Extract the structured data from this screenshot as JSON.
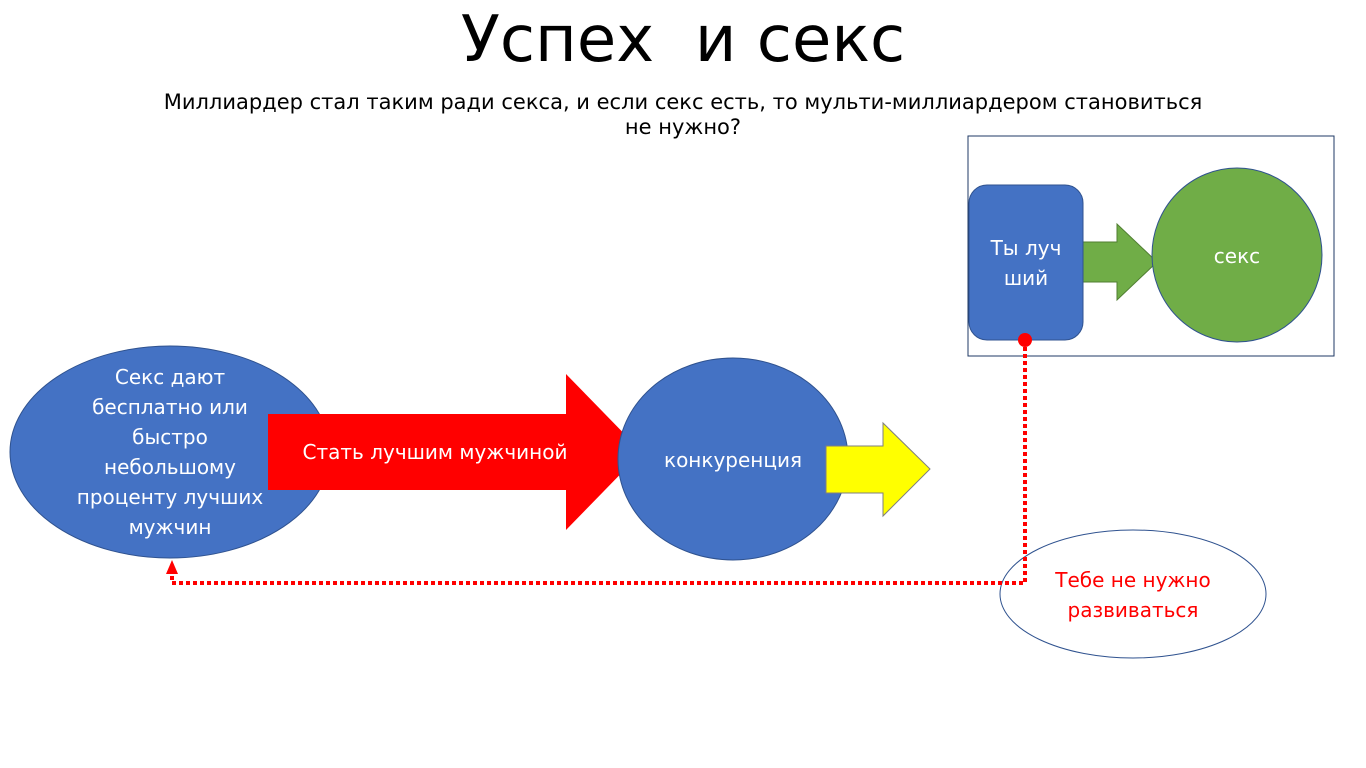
{
  "slide": {
    "title": "Успех  и секс",
    "subtitle": "Миллиардер стал таким ради секса, и если секс есть, то мульти-миллиардером становиться не нужно?"
  },
  "diagram": {
    "nodes": {
      "free_sex": "Секс дают бесплатно или быстро небольшому проценту лучших мужчин",
      "competition": "конкуренция",
      "best": "Ты лучший",
      "sex": "секс",
      "no_need": "Тебе не нужно развиваться"
    },
    "arrows": {
      "become_best": "Стать лучшим мужчиной"
    }
  },
  "colors": {
    "blue": "#4472c4",
    "green": "#70ad47",
    "red": "#ff0000",
    "yellow": "#ffff00",
    "dark_blue_outline": "#2f528f",
    "frame": "#1f3864"
  }
}
